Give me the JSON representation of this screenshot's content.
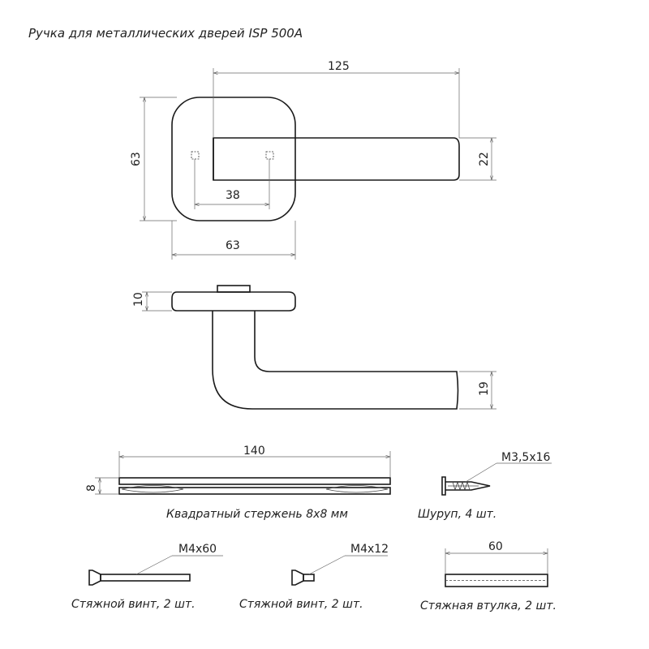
{
  "title": "Ручка для металлических дверей ISP 500A",
  "dimensions": {
    "handle_length": "125",
    "rosette_height": "63",
    "lever_thickness": "22",
    "screw_spacing": "38",
    "rosette_width": "63",
    "rosette_depth": "10",
    "lever_end": "19"
  },
  "parts": {
    "spindle": {
      "length": "140",
      "size": "8",
      "label": "Квадратный стержень 8х8 мм"
    },
    "wood_screw": {
      "spec": "M3,5x16",
      "label": "Шуруп, 4 шт."
    },
    "long_bolt": {
      "spec": "M4x60",
      "label": "Стяжной винт, 2 шт."
    },
    "short_bolt": {
      "spec": "M4x12",
      "label": "Стяжной винт, 2 шт."
    },
    "sleeve": {
      "length": "60",
      "label": "Стяжная втулка, 2 шт."
    }
  }
}
